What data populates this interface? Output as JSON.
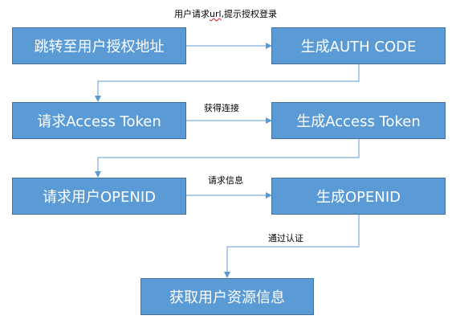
{
  "diagram": {
    "colors": {
      "node_fill": "#5b9bd5",
      "node_border": "#41719c",
      "node_text": "#ffffff",
      "arrow": "#5b9bd5",
      "label_text": "#000000"
    },
    "top_label": {
      "prefix": "用户请求",
      "url": "url",
      "suffix": ",提示授权登录"
    },
    "nodes": {
      "redirect_auth": "跳转至用户授权地址",
      "gen_auth_code": "生成AUTH CODE",
      "req_access_token": "请求Access Token",
      "gen_access_token": "生成Access Token",
      "req_openid": "请求用户OPENID",
      "gen_openid": "生成OPENID",
      "get_user_info": "获取用户资源信息"
    },
    "edge_labels": {
      "get_link": "获得连接",
      "request_info": "请求信息",
      "verified": "通过认证"
    }
  }
}
